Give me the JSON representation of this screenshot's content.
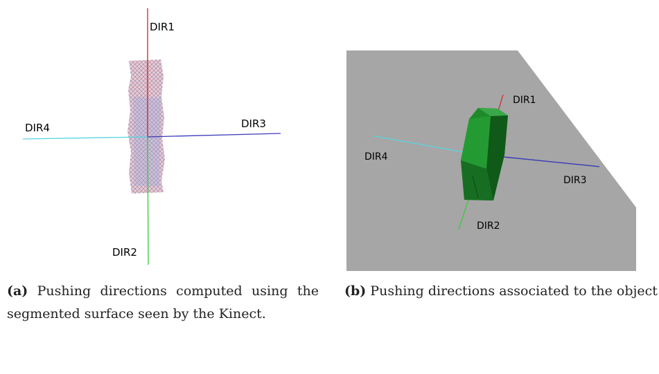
{
  "figure_a": {
    "labels": {
      "dir1": "DIR1",
      "dir2": "DIR2",
      "dir3": "DIR3",
      "dir4": "DIR4"
    },
    "colors": {
      "dir1": "#d62020",
      "dir2": "#33cc33",
      "dir3": "#3a3ab8",
      "dir4": "#55d6e0",
      "point_cloud_a": "#c48a9a",
      "point_cloud_b": "#8a9ad0"
    }
  },
  "figure_b": {
    "labels": {
      "dir1": "DIR1",
      "dir2": "DIR2",
      "dir3": "DIR3",
      "dir4": "DIR4"
    },
    "colors": {
      "background": "#a6a6a6",
      "hull": "#1f8a2a",
      "hull_dark": "#0f5a18",
      "dir1": "#d62020",
      "dir2": "#33cc33",
      "dir3": "#3a3ab8",
      "dir4": "#55d6e0"
    }
  },
  "captions": {
    "a_tag": "(a)",
    "a_text": " Pushing directions computed using the segmented surface seen by the Kinect.",
    "b_tag": "(b)",
    "b_text": " Pushing directions associated to the object’s convex hull."
  }
}
